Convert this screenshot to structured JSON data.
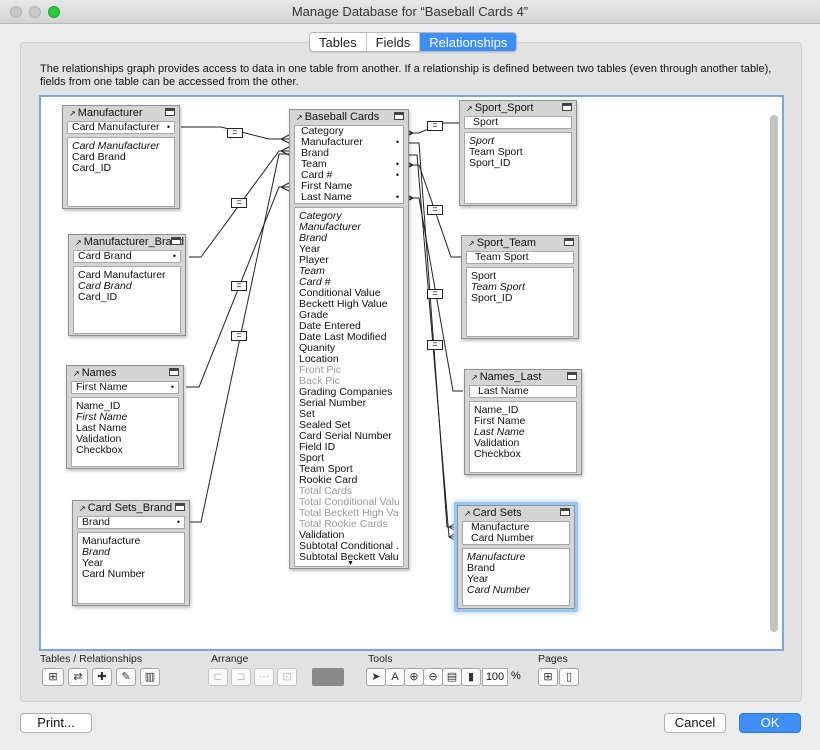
{
  "window": {
    "title": "Manage Database for “Baseball Cards 4”"
  },
  "tabs": [
    {
      "label": "Tables",
      "active": false
    },
    {
      "label": "Fields",
      "active": false
    },
    {
      "label": "Relationships",
      "active": true
    }
  ],
  "description": "The relationships graph provides access to data in one table from another. If a relationship is defined between two tables (even through another table), fields from one table can be accessed from the other.",
  "tables": {
    "manufacturer": {
      "name": "Manufacturer",
      "keys": [
        "Card Manufacturer"
      ],
      "fields": [
        "Card Manufacturer",
        "Card Brand",
        "Card_ID"
      ]
    },
    "manufacturer_brand": {
      "name": "Manufacturer_Brand",
      "keys": [
        "Card Brand"
      ],
      "fields": [
        "Card Manufacturer",
        "Card Brand",
        "Card_ID"
      ]
    },
    "names": {
      "name": "Names",
      "keys": [
        "First Name"
      ],
      "fields": [
        "Name_ID",
        "First Name",
        "Last Name",
        "Validation",
        "Checkbox"
      ]
    },
    "card_sets_brand": {
      "name": "Card Sets_Brand",
      "keys": [
        "Brand"
      ],
      "fields": [
        "Manufacture",
        "Brand",
        "Year",
        "Card Number"
      ]
    },
    "baseball_cards": {
      "name": "Baseball Cards",
      "keys": [
        "Category",
        "Manufacturer",
        "Brand",
        "Team",
        "Card #",
        "First Name",
        "Last Name"
      ],
      "fields": [
        "Category",
        "Manufacturer",
        "Brand",
        "Year",
        "Player",
        "Team",
        "Card #",
        "Conditional Value",
        "Beckett High Value",
        "Grade",
        "Date Entered",
        "Date Last Modified",
        "Quanity",
        "Location",
        "Front Pic",
        "Back Pic",
        "Grading Companies",
        "Serial Number",
        "Set",
        "Sealed Set",
        "Card Serial Number",
        "Field ID",
        "Sport",
        "Team Sport",
        "Rookie Card",
        "Total Cards",
        "Total Conditional Value",
        "Total Beckett High Va...",
        "Total Rookie Cards",
        "Validation",
        "Subtotal Conditional ...",
        "Subtotal Beckett Value"
      ]
    },
    "sport_sport": {
      "name": "Sport_Sport",
      "keys": [
        "Sport"
      ],
      "fields": [
        "Sport",
        "Team Sport",
        "Sport_ID"
      ]
    },
    "sport_team": {
      "name": "Sport_Team",
      "keys": [
        "Team Sport"
      ],
      "fields": [
        "Sport",
        "Team Sport",
        "Sport_ID"
      ]
    },
    "names_last": {
      "name": "Names_Last",
      "keys": [
        "Last Name"
      ],
      "fields": [
        "Name_ID",
        "First Name",
        "Last Name",
        "Validation",
        "Checkbox"
      ]
    },
    "card_sets": {
      "name": "Card Sets",
      "keys": [
        "Manufacture",
        "Card Number"
      ],
      "fields": [
        "Manufacture",
        "Brand",
        "Year",
        "Card Number"
      ]
    }
  },
  "toolbar": {
    "tables_relationships_label": "Tables / Relationships",
    "arrange_label": "Arrange",
    "tools_label": "Tools",
    "pages_label": "Pages",
    "zoom": "100",
    "zoom_unit": "%"
  },
  "buttons": {
    "print": "Print...",
    "cancel": "Cancel",
    "ok": "OK"
  },
  "colors": {
    "accent": "#3d8ef7",
    "selection": "#9cc7f5"
  }
}
